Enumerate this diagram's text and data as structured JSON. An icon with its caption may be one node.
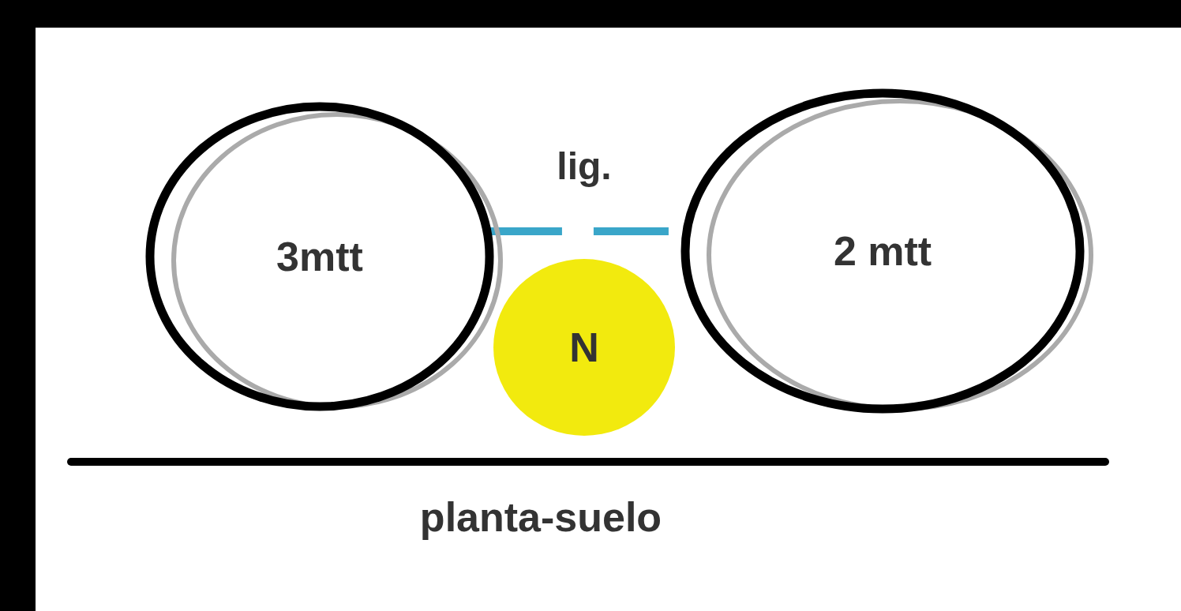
{
  "diagram": {
    "nodes": [
      {
        "text": [
          "3mtt"
        ]
      },
      {
        "text": [
          "2 mtt"
        ]
      },
      {
        "text": [
          "N"
        ]
      }
    ],
    "edges": [
      {
        "from": 0,
        "to": 1,
        "arrow": "none",
        "label": "lig.",
        "style": "dashed",
        "color": "#3aa6c9"
      }
    ],
    "labels": [
      "planta-suelo"
    ]
  }
}
